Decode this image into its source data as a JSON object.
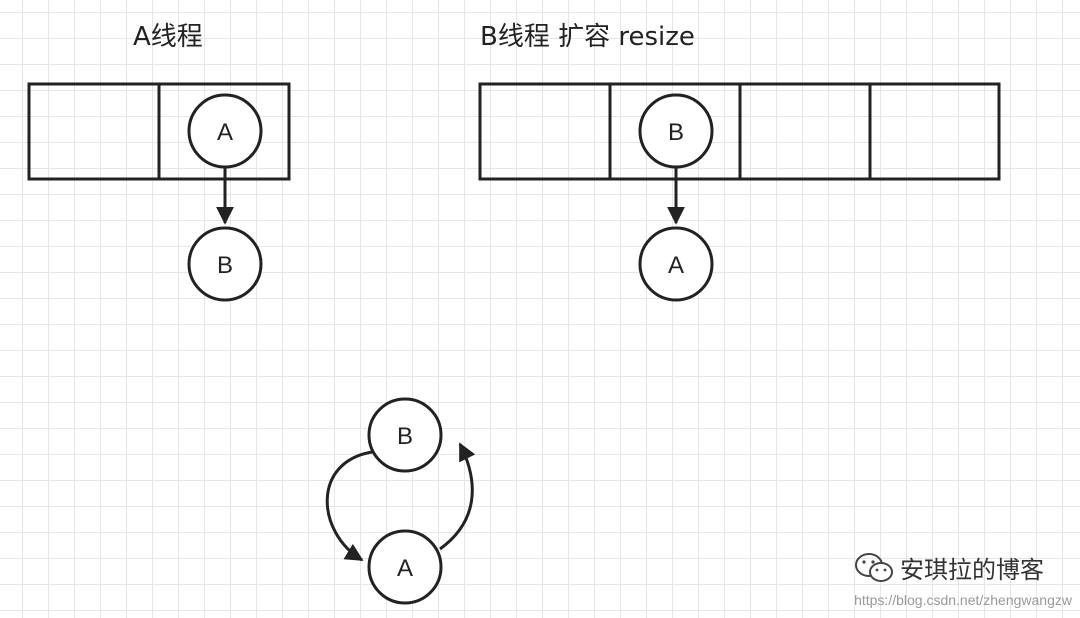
{
  "titles": {
    "thread_a": "A线程",
    "thread_b": "B线程 扩容 resize"
  },
  "nodes": {
    "a_bucket_node": "A",
    "a_next_node": "B",
    "b_bucket_node": "B",
    "b_next_node": "A",
    "cycle_top": "B",
    "cycle_bottom": "A"
  },
  "watermark": {
    "icon": "wechat-icon",
    "text": "安琪拉的博客",
    "url": "https://blog.csdn.net/zhengwangzw"
  },
  "colors": {
    "stroke": "#222222",
    "grid": "#e6e6e6",
    "background": "#ffffff"
  }
}
